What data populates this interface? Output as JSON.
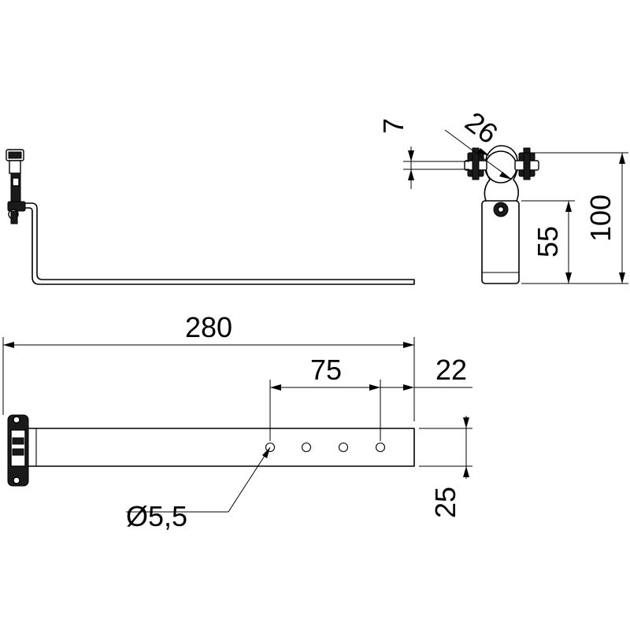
{
  "drawing": {
    "dimensions": {
      "total_length": "280",
      "hole_spacing": "75",
      "end_offset": "22",
      "strap_width": "25",
      "hole_diameter": "Ø5,5",
      "clamp_thickness": "7",
      "pipe_diameter": "26",
      "overall_height": "100",
      "pipe_center_height": "55"
    }
  }
}
